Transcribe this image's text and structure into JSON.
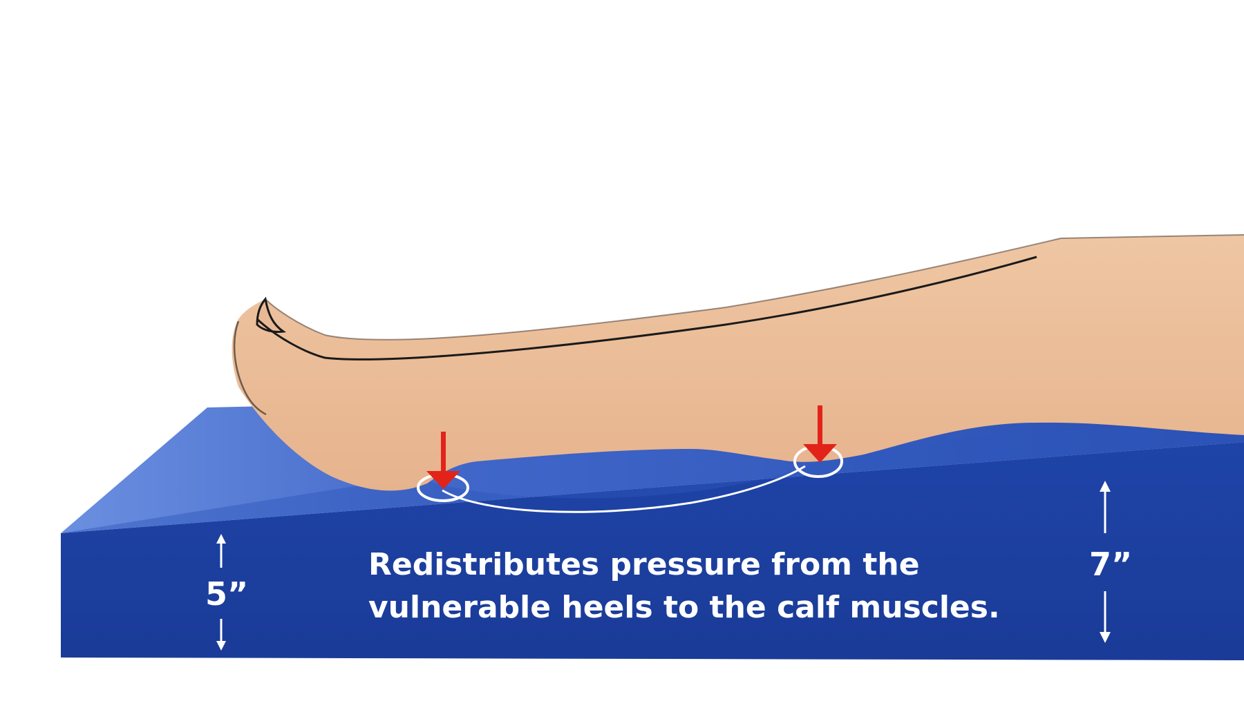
{
  "caption": {
    "line1": "Redistributes pressure from the",
    "line2": "vulnerable heels to the calf muscles."
  },
  "dimensions": {
    "low_end": "5”",
    "high_end": "7”"
  },
  "colors": {
    "wedge_front": "#1d3fa0",
    "wedge_top": "#3b63c4",
    "skin": "#ebbd98",
    "outline": "#1a1a1a",
    "pressure_arrow": "#e2231a",
    "text": "#ffffff"
  },
  "icons": [
    "pressure-arrow-icon",
    "pressure-point-ring-icon",
    "up-arrow-icon",
    "down-arrow-icon"
  ]
}
